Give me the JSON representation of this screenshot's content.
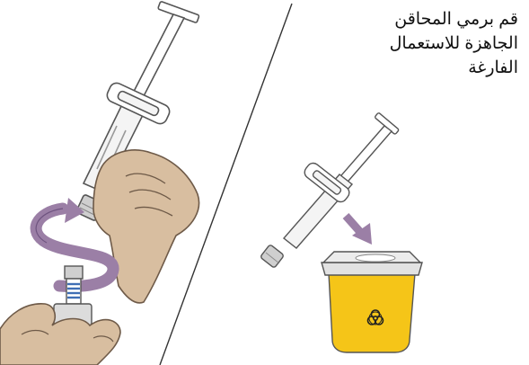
{
  "instruction": {
    "lines": [
      "قم برمي المحاقن",
      "الجاهزة للاستعمال",
      "الفارغة"
    ]
  },
  "colors": {
    "skin": "#d8bea0",
    "skin_outline": "#6e5a48",
    "outline": "#555555",
    "arrow": "#9b7fa6",
    "arrow_dark": "#6f5480",
    "bin_yellow": "#f5c518",
    "bin_lid": "#ececec",
    "vial_cap": "#cfcfcf",
    "stopper_blue": "#3f6fb5"
  },
  "icons": {
    "biohazard": "biohazard-icon",
    "twist_arrow": "twist-arrow-icon",
    "disposal_arrow": "down-arrow-icon"
  }
}
